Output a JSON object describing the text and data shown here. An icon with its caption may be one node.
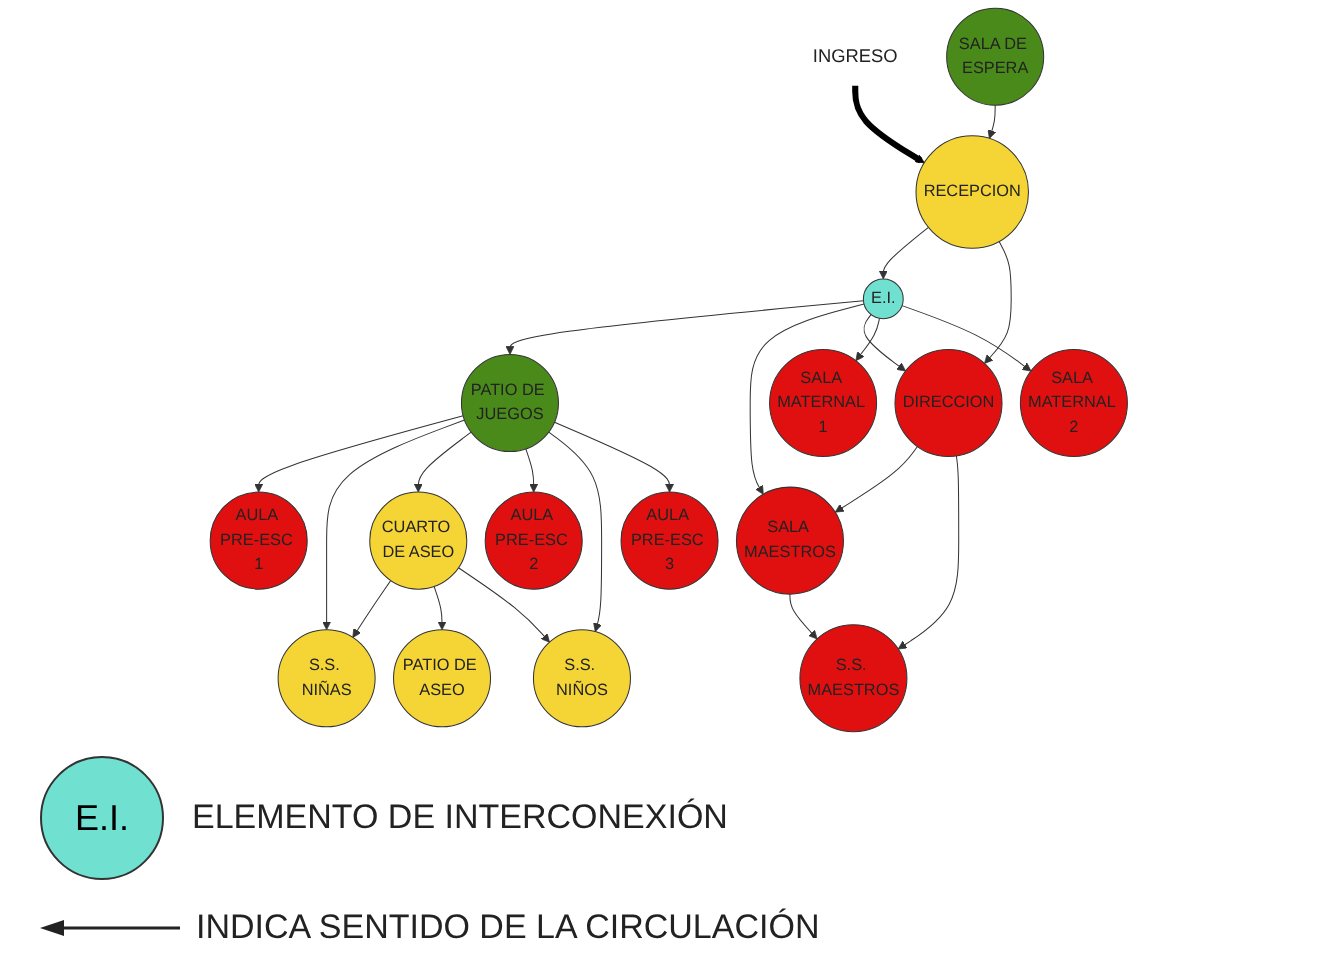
{
  "diagram": {
    "nodes": [
      {
        "text": [
          "SALA MATERNAL 2"
        ]
      },
      {
        "text": [
          "SALA DE ESPERA"
        ]
      },
      {
        "text": [
          "SALA MATERNAL 1"
        ]
      },
      {
        "text": [
          "AULA PRE-ESC 1"
        ]
      },
      {
        "text": [
          "RECEPCION"
        ]
      },
      {
        "text": [
          "INGRESO"
        ]
      },
      {
        "text": [
          "S.S. NIÑAS"
        ]
      },
      {
        "text": [
          "E.I."
        ]
      },
      {
        "text": [
          "CUARTO DE ASEO"
        ]
      },
      {
        "text": [
          "PATIO DE JUEGOS"
        ]
      },
      {
        "text": [
          "AULA PRE-ESC 2"
        ]
      },
      {
        "text": [
          "DIRECCION"
        ]
      },
      {
        "text": [
          "SALA MAESTROS"
        ]
      },
      {
        "text": [
          "PATIO DE ASEO"
        ]
      },
      {
        "text": [
          "S.S. NIÑOS"
        ]
      },
      {
        "text": [
          "S.S. MAESTROS"
        ]
      },
      {
        "text": [
          "AULA PRE-ESC 3"
        ]
      }
    ],
    "edges": [
      {
        "from": 5,
        "to": 4,
        "arrow": "to",
        "style": "thick",
        "color": "#000000"
      },
      {
        "from": 1,
        "to": 4,
        "arrow": "to"
      },
      {
        "from": 4,
        "to": 7,
        "arrow": "to"
      },
      {
        "from": 4,
        "to": 11,
        "arrow": "to"
      },
      {
        "from": 7,
        "to": 9,
        "arrow": "to"
      },
      {
        "from": 7,
        "to": 12,
        "arrow": "to"
      },
      {
        "from": 7,
        "to": 11,
        "arrow": "to"
      },
      {
        "from": 7,
        "to": 2,
        "arrow": "to"
      },
      {
        "from": 7,
        "to": 0,
        "arrow": "to"
      },
      {
        "from": 11,
        "to": 12,
        "arrow": "to"
      },
      {
        "from": 11,
        "to": 15,
        "arrow": "to"
      },
      {
        "from": 12,
        "to": 15,
        "arrow": "to"
      },
      {
        "from": 9,
        "to": 3,
        "arrow": "to"
      },
      {
        "from": 9,
        "to": 6,
        "arrow": "to"
      },
      {
        "from": 9,
        "to": 8,
        "arrow": "to"
      },
      {
        "from": 9,
        "to": 10,
        "arrow": "to"
      },
      {
        "from": 9,
        "to": 14,
        "arrow": "to"
      },
      {
        "from": 9,
        "to": 16,
        "arrow": "to"
      },
      {
        "from": 8,
        "to": 6,
        "arrow": "to"
      },
      {
        "from": 8,
        "to": 13,
        "arrow": "to"
      },
      {
        "from": 8,
        "to": 14,
        "arrow": "to"
      }
    ],
    "labels": [
      "E.I."
    ],
    "legend": [
      {
        "text": "ELEMENTO DE INTERCONEXIÓN",
        "color": "#70e0d0"
      },
      {
        "text": "INDICA SENTIDO DE LA CIRCULACIÓN"
      }
    ]
  }
}
